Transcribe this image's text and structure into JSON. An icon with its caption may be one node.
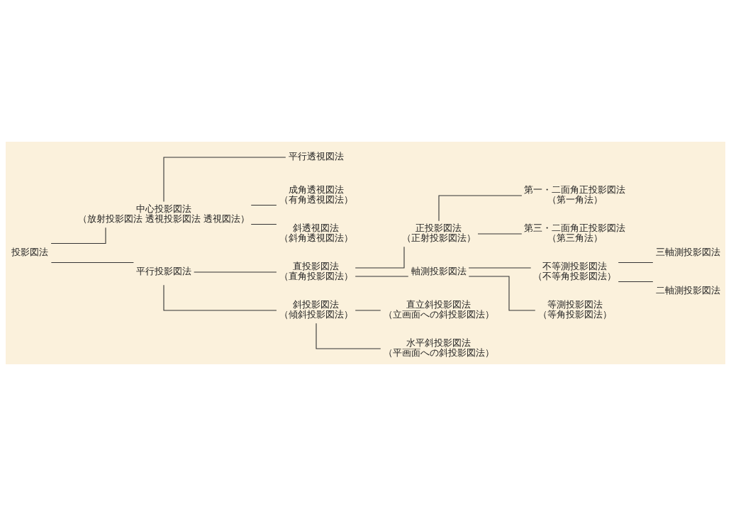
{
  "diagram": {
    "nodes": [
      {
        "text": [
          "投影図法"
        ]
      },
      {
        "text": [
          "中心投影図法",
          "（放射投影図法 透視投影図法 透視図法）"
        ]
      },
      {
        "text": [
          "平行透視図法"
        ]
      },
      {
        "text": [
          "成角透視図法",
          "（有角透視図法）"
        ]
      },
      {
        "text": [
          "斜透視図法",
          "（斜角透視図法）"
        ]
      },
      {
        "text": [
          "平行投影図法"
        ]
      },
      {
        "text": [
          "直投影図法",
          "（直角投影図法）"
        ]
      },
      {
        "text": [
          "正投影図法",
          "（正射投影図法）"
        ]
      },
      {
        "text": [
          "第一・二面角正投影図法",
          "（第一角法）"
        ]
      },
      {
        "text": [
          "第三・二面角正投影図法",
          "（第三角法）"
        ]
      },
      {
        "text": [
          "軸測投影図法"
        ]
      },
      {
        "text": [
          "不等測投影図法",
          "（不等角投影図法）"
        ]
      },
      {
        "text": [
          "三軸測投影図法"
        ]
      },
      {
        "text": [
          "二軸測投影図法"
        ]
      },
      {
        "text": [
          "等測投影図法",
          "（等角投影図法）"
        ]
      },
      {
        "text": [
          "斜投影図法",
          "（傾斜投影図法）"
        ]
      },
      {
        "text": [
          "直立斜投影図法",
          "（立画面への斜投影図法）"
        ]
      },
      {
        "text": [
          "水平斜投影図法",
          "（平画面への斜投影図法）"
        ]
      }
    ],
    "edges": [
      {
        "from": 0,
        "to": 1,
        "arrow": "none"
      },
      {
        "from": 0,
        "to": 5,
        "arrow": "none"
      },
      {
        "from": 1,
        "to": 2,
        "arrow": "none"
      },
      {
        "from": 1,
        "to": 3,
        "arrow": "none"
      },
      {
        "from": 1,
        "to": 4,
        "arrow": "none"
      },
      {
        "from": 5,
        "to": 6,
        "arrow": "none"
      },
      {
        "from": 5,
        "to": 15,
        "arrow": "none"
      },
      {
        "from": 6,
        "to": 7,
        "arrow": "none"
      },
      {
        "from": 6,
        "to": 10,
        "arrow": "none"
      },
      {
        "from": 7,
        "to": 8,
        "arrow": "none"
      },
      {
        "from": 7,
        "to": 9,
        "arrow": "none"
      },
      {
        "from": 10,
        "to": 11,
        "arrow": "none"
      },
      {
        "from": 10,
        "to": 14,
        "arrow": "none"
      },
      {
        "from": 11,
        "to": 12,
        "arrow": "none"
      },
      {
        "from": 11,
        "to": 13,
        "arrow": "none"
      },
      {
        "from": 15,
        "to": 16,
        "arrow": "none"
      },
      {
        "from": 15,
        "to": 17,
        "arrow": "none"
      }
    ]
  }
}
